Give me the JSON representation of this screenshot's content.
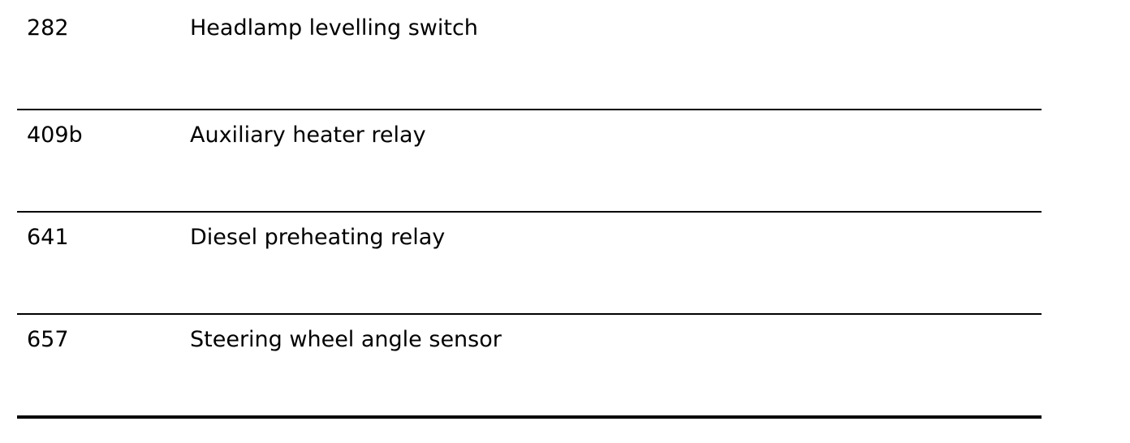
{
  "document": {
    "component_table": {
      "rows": [
        {
          "code": "282",
          "description": "Headlamp levelling switch"
        },
        {
          "code": "409b",
          "description": "Auxiliary heater relay"
        },
        {
          "code": "641",
          "description": "Diesel preheating relay"
        },
        {
          "code": "657",
          "description": "Steering wheel angle sensor"
        }
      ]
    }
  }
}
